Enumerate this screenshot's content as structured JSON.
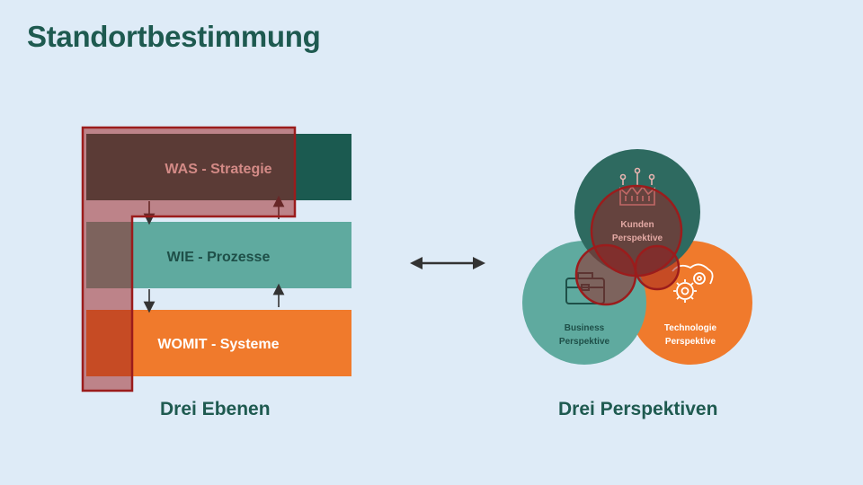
{
  "slide": {
    "title": "Standortbestimmung"
  },
  "levels": {
    "caption": "Drei Ebenen",
    "items": [
      {
        "label": "WAS - Strategie",
        "color": "#1b5a50"
      },
      {
        "label": "WIE - Prozesse",
        "color": "#5faa9f"
      },
      {
        "label": "WOMIT - Systeme",
        "color": "#f07a2c"
      }
    ]
  },
  "perspectives": {
    "caption": "Drei Perspektiven",
    "kunden": {
      "line1": "Kunden",
      "line2": "Perspektive",
      "color": "#1f5d52",
      "icon": "crown-icon"
    },
    "business": {
      "line1": "Business",
      "line2": "Perspektive",
      "color": "#5faa9f",
      "icon": "briefcase-icon"
    },
    "technologie": {
      "line1": "Technologie",
      "line2": "Perspektive",
      "color": "#f07a2c",
      "icon": "gears-icon"
    }
  },
  "highlight_color": "#9b1c1c"
}
